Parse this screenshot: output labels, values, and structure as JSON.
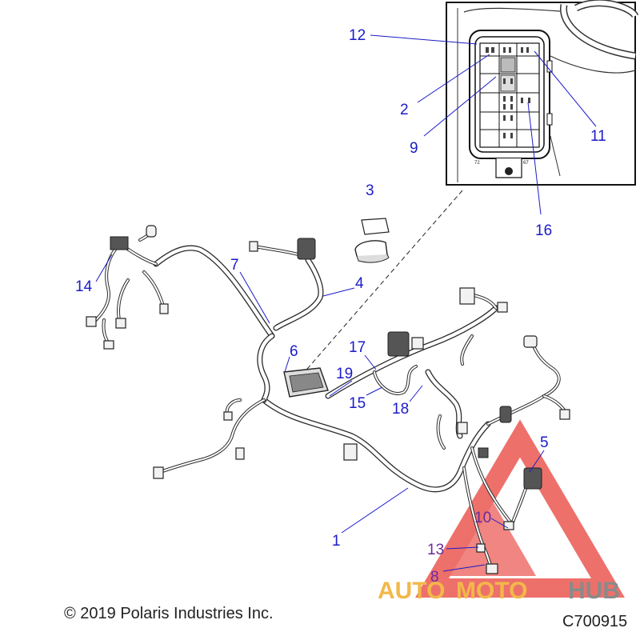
{
  "callouts": {
    "c1": "1",
    "c2": "2",
    "c3": "3",
    "c4": "4",
    "c5": "5",
    "c6": "6",
    "c7": "7",
    "c8": "8",
    "c9": "9",
    "c10": "10",
    "c11": "11",
    "c12": "12",
    "c13": "13",
    "c14": "14",
    "c15": "15",
    "c16": "16",
    "c17": "17",
    "c18": "18",
    "c19": "19"
  },
  "inset": {
    "left_mark": "72",
    "right_mark": "67"
  },
  "watermark": {
    "text_auto": "AUTO",
    "text_moto": "MOTO",
    "text_hub": "HUB",
    "color_auto": "#f2b84a",
    "color_moto": "#f2b84a",
    "color_hub": "#8a8a8a",
    "triangle_color": "#e8413a"
  },
  "footer": {
    "copyright": "© 2019 Polaris Industries Inc.",
    "code": "C700915"
  },
  "colors": {
    "callout": "#1b1bc8",
    "line_art": "#2b2b2b"
  }
}
